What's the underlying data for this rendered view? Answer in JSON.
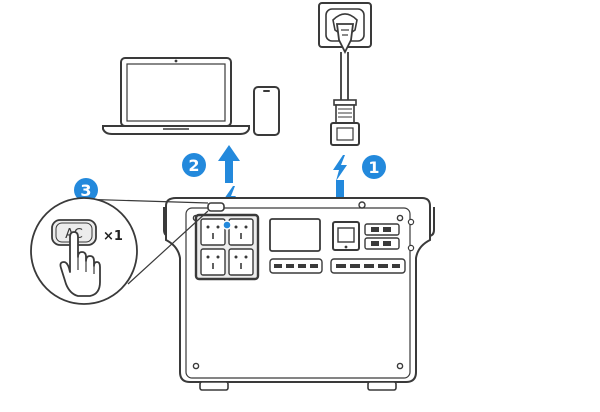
{
  "steps": [
    {
      "number": "1"
    },
    {
      "number": "2"
    },
    {
      "number": "3"
    }
  ],
  "button": {
    "label": "AC",
    "press_count": "×1"
  },
  "icons": {
    "wall-socket": "wall-outlet",
    "plug-cable": "ac-input-cable",
    "laptop": "laptop",
    "phone": "smartphone",
    "power-station": "portable-power-station",
    "bolt": "lightning-bolt",
    "hand": "pressing-hand"
  },
  "colors": {
    "accent": "#2389dc",
    "line": "#3a3a3a",
    "outlet-panel": "#ececec",
    "device-fill": "#ffffff"
  }
}
